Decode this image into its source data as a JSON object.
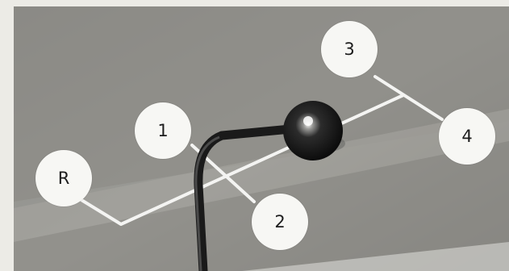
{
  "gear_labels": {
    "reverse": "R",
    "first": "1",
    "second": "2",
    "third": "3",
    "fourth": "4"
  }
}
